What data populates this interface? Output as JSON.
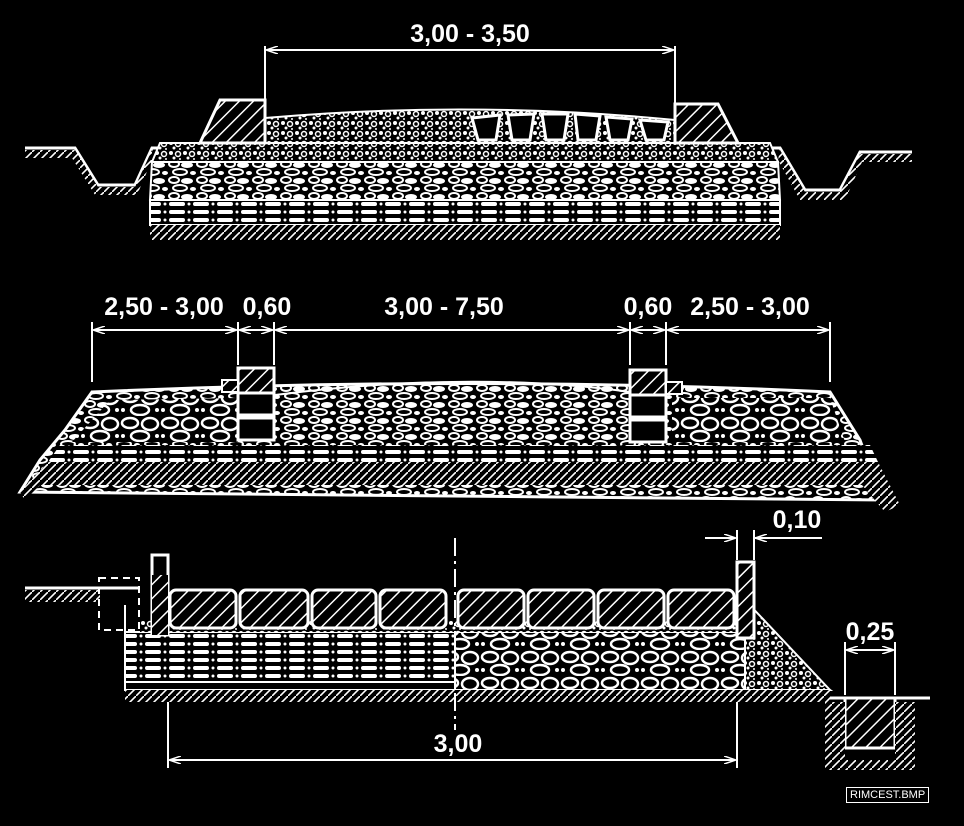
{
  "section_1": {
    "width_label": "3,00 - 3,50"
  },
  "section_2": {
    "shoulder_left_label": "2,50 - 3,00",
    "curb_left_label": "0,60",
    "carriageway_label": "3,00 - 7,50",
    "curb_right_label": "0,60",
    "shoulder_right_label": "2,50 - 3,00"
  },
  "section_3": {
    "curb_width_label": "0,10",
    "ditch_width_label": "0,25",
    "pavement_width_label": "3,00"
  },
  "watermark": "RIMCEST.BMP",
  "colors": {
    "background": "#000000",
    "line": "#ffffff"
  }
}
